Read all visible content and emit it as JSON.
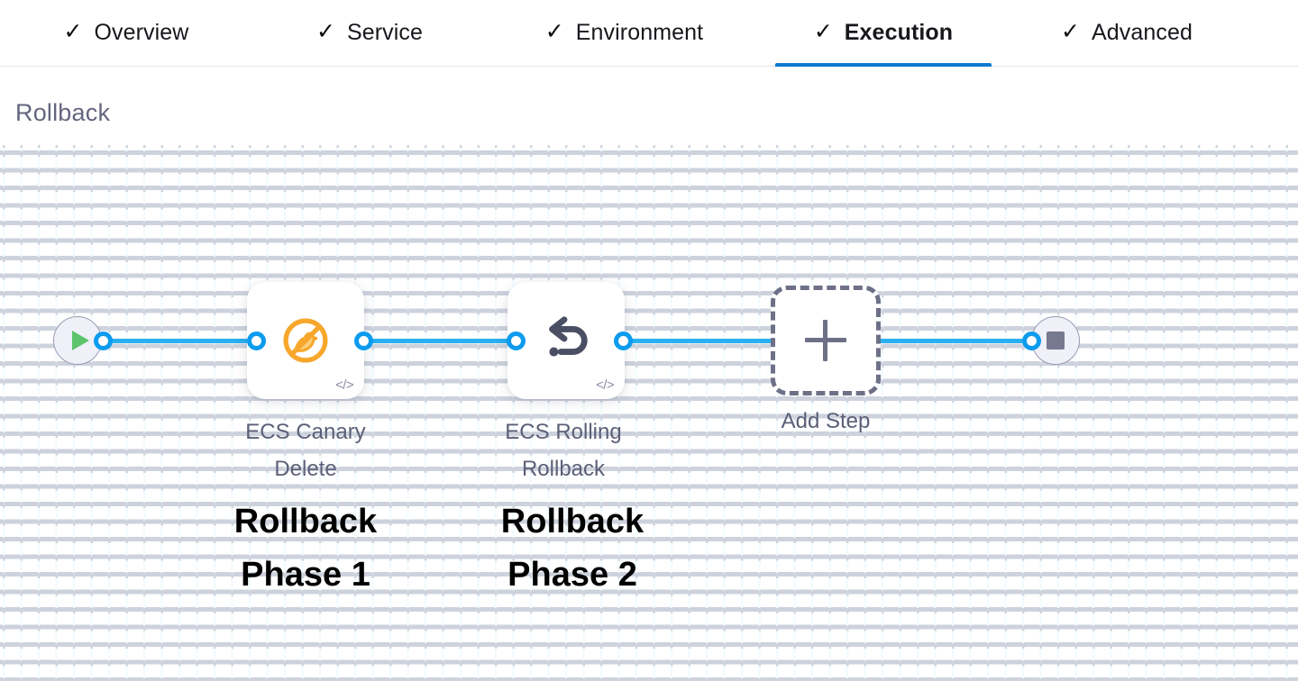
{
  "tabs": {
    "check_icon": "check-icon",
    "items": [
      {
        "id": "overview",
        "label": "Overview",
        "checked": true,
        "active": false
      },
      {
        "id": "service",
        "label": "Service",
        "checked": true,
        "active": false
      },
      {
        "id": "environment",
        "label": "Environment",
        "checked": true,
        "active": false
      },
      {
        "id": "execution",
        "label": "Execution",
        "checked": true,
        "active": true
      },
      {
        "id": "advanced",
        "label": "Advanced",
        "checked": true,
        "active": false
      }
    ],
    "check_glyph": "✓",
    "active_underline_color": "#0c7ad1"
  },
  "section": {
    "title": "Rollback",
    "title_color": "#64657e"
  },
  "canvas": {
    "grid": "dotted-grid",
    "link_color": "#29b0f0",
    "ring_color": "#0c9bee"
  },
  "flow": {
    "start_node": {
      "name": "start-node",
      "icon": "play-icon",
      "icon_color": "#5cc46c"
    },
    "end_node": {
      "name": "end-node",
      "icon": "stop-icon",
      "icon_color": "#76798f"
    },
    "steps": [
      {
        "id": "ecs-canary-delete",
        "label": "ECS Canary\nDelete",
        "icon": "canary-delete-icon",
        "icon_color": "#f5a623",
        "code_mark": "</>",
        "annotation": "Rollback\nPhase 1"
      },
      {
        "id": "ecs-rolling-rollback",
        "label": "ECS Rolling\nRollback",
        "icon": "rollback-arrow-icon",
        "icon_color": "#4a4f63",
        "code_mark": "</>",
        "annotation": "Rollback\nPhase 2"
      }
    ],
    "add_step": {
      "label": "Add Step",
      "icon": "plus-icon"
    }
  }
}
